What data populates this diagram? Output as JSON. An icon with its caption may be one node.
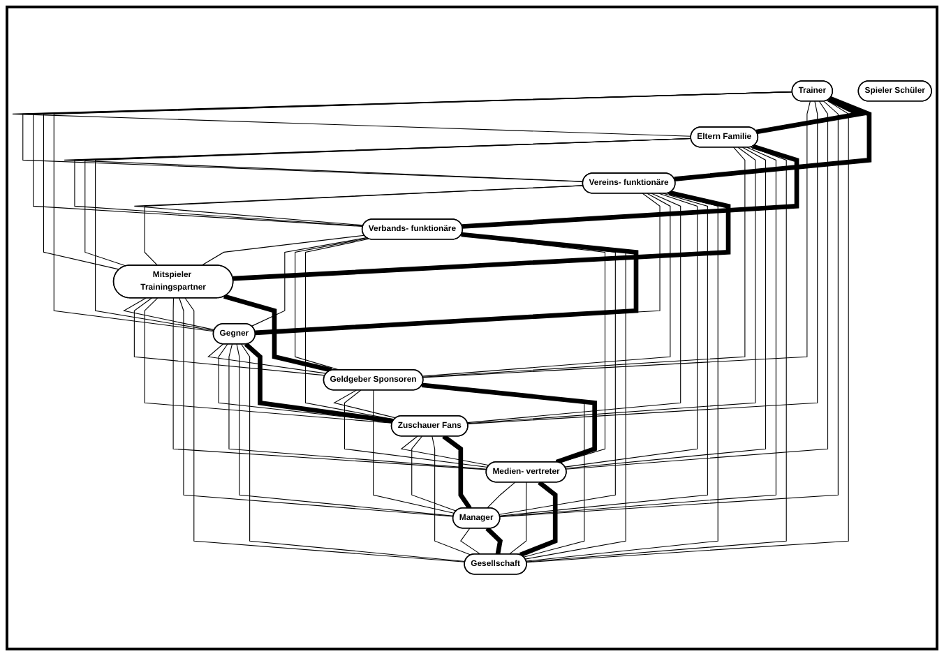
{
  "diagram": {
    "nodes": [
      {
        "text": [
          "Trainer"
        ]
      },
      {
        "text": [
          "Eltern Familie"
        ]
      },
      {
        "text": [
          "Vereins- funktionäre"
        ]
      },
      {
        "text": [
          "Verbands- funktionäre"
        ]
      },
      {
        "text": [
          "Mitspieler Trainingspartner"
        ]
      },
      {
        "text": [
          "Spieler Schüler"
        ]
      },
      {
        "text": [
          "Gegner"
        ]
      },
      {
        "text": [
          "Geldgeber Sponsoren"
        ]
      },
      {
        "text": [
          "Zuschauer Fans"
        ]
      },
      {
        "text": [
          "Medien- vertreter"
        ]
      },
      {
        "text": [
          "Manager"
        ]
      },
      {
        "text": [
          "Gesellschaft"
        ]
      }
    ],
    "edges": [
      {
        "from": 0,
        "to": 1,
        "arrow": "none"
      },
      {
        "from": 0,
        "to": 2,
        "arrow": "none"
      },
      {
        "from": 0,
        "to": 3,
        "arrow": "none"
      },
      {
        "from": 0,
        "to": 4,
        "arrow": "none"
      },
      {
        "from": 0,
        "to": 6,
        "arrow": "none"
      },
      {
        "from": 0,
        "to": 7,
        "arrow": "none"
      },
      {
        "from": 0,
        "to": 8,
        "arrow": "none"
      },
      {
        "from": 0,
        "to": 9,
        "arrow": "none"
      },
      {
        "from": 0,
        "to": 10,
        "arrow": "none"
      },
      {
        "from": 0,
        "to": 11,
        "arrow": "none"
      },
      {
        "from": 1,
        "to": 2,
        "arrow": "none"
      },
      {
        "from": 1,
        "to": 3,
        "arrow": "none"
      },
      {
        "from": 1,
        "to": 4,
        "arrow": "none"
      },
      {
        "from": 1,
        "to": 6,
        "arrow": "none"
      },
      {
        "from": 1,
        "to": 7,
        "arrow": "none"
      },
      {
        "from": 1,
        "to": 8,
        "arrow": "none"
      },
      {
        "from": 1,
        "to": 9,
        "arrow": "none"
      },
      {
        "from": 1,
        "to": 10,
        "arrow": "none"
      },
      {
        "from": 1,
        "to": 11,
        "arrow": "none"
      },
      {
        "from": 2,
        "to": 3,
        "arrow": "none"
      },
      {
        "from": 2,
        "to": 4,
        "arrow": "none"
      },
      {
        "from": 2,
        "to": 6,
        "arrow": "none"
      },
      {
        "from": 2,
        "to": 7,
        "arrow": "none"
      },
      {
        "from": 2,
        "to": 8,
        "arrow": "none"
      },
      {
        "from": 2,
        "to": 9,
        "arrow": "none"
      },
      {
        "from": 2,
        "to": 10,
        "arrow": "none"
      },
      {
        "from": 2,
        "to": 11,
        "arrow": "none"
      },
      {
        "from": 3,
        "to": 4,
        "arrow": "none"
      },
      {
        "from": 3,
        "to": 6,
        "arrow": "none"
      },
      {
        "from": 3,
        "to": 7,
        "arrow": "none"
      },
      {
        "from": 3,
        "to": 8,
        "arrow": "none"
      },
      {
        "from": 3,
        "to": 9,
        "arrow": "none"
      },
      {
        "from": 3,
        "to": 10,
        "arrow": "none"
      },
      {
        "from": 3,
        "to": 11,
        "arrow": "none"
      },
      {
        "from": 4,
        "to": 6,
        "arrow": "none"
      },
      {
        "from": 4,
        "to": 7,
        "arrow": "none"
      },
      {
        "from": 4,
        "to": 8,
        "arrow": "none"
      },
      {
        "from": 4,
        "to": 9,
        "arrow": "none"
      },
      {
        "from": 4,
        "to": 10,
        "arrow": "none"
      },
      {
        "from": 4,
        "to": 11,
        "arrow": "none"
      },
      {
        "from": 6,
        "to": 7,
        "arrow": "none"
      },
      {
        "from": 6,
        "to": 8,
        "arrow": "none"
      },
      {
        "from": 6,
        "to": 9,
        "arrow": "none"
      },
      {
        "from": 6,
        "to": 10,
        "arrow": "none"
      },
      {
        "from": 6,
        "to": 11,
        "arrow": "none"
      },
      {
        "from": 7,
        "to": 8,
        "arrow": "none"
      },
      {
        "from": 7,
        "to": 9,
        "arrow": "none"
      },
      {
        "from": 7,
        "to": 10,
        "arrow": "none"
      },
      {
        "from": 7,
        "to": 11,
        "arrow": "none"
      },
      {
        "from": 8,
        "to": 9,
        "arrow": "none"
      },
      {
        "from": 8,
        "to": 10,
        "arrow": "none"
      },
      {
        "from": 8,
        "to": 11,
        "arrow": "none"
      },
      {
        "from": 9,
        "to": 10,
        "arrow": "none"
      },
      {
        "from": 9,
        "to": 11,
        "arrow": "none"
      },
      {
        "from": 10,
        "to": 11,
        "arrow": "none"
      },
      {
        "from": 0,
        "to": 1,
        "arrow": "none",
        "style": "thick"
      },
      {
        "from": 1,
        "to": 3,
        "arrow": "none",
        "style": "thick"
      },
      {
        "from": 3,
        "to": 6,
        "arrow": "none",
        "style": "thick"
      },
      {
        "from": 6,
        "to": 8,
        "arrow": "none",
        "style": "thick"
      },
      {
        "from": 8,
        "to": 10,
        "arrow": "none",
        "style": "thick"
      },
      {
        "from": 10,
        "to": 11,
        "arrow": "none",
        "style": "thick"
      },
      {
        "from": 11,
        "to": 9,
        "arrow": "none",
        "style": "thick"
      },
      {
        "from": 9,
        "to": 7,
        "arrow": "none",
        "style": "thick"
      },
      {
        "from": 7,
        "to": 4,
        "arrow": "none",
        "style": "thick"
      },
      {
        "from": 4,
        "to": 2,
        "arrow": "none",
        "style": "thick"
      },
      {
        "from": 2,
        "to": 0,
        "arrow": "none",
        "style": "thick"
      }
    ]
  }
}
